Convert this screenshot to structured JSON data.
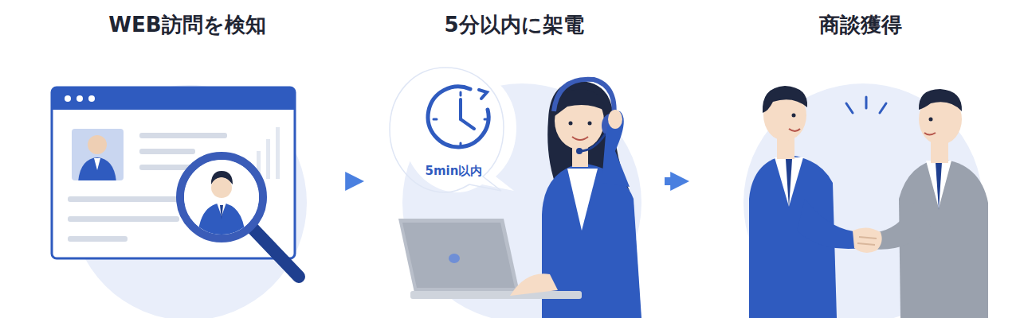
{
  "diagram": {
    "nodes": [
      {
        "text": [
          "WEB訪問を検知"
        ]
      },
      {
        "text": [
          "5分以内に架電"
        ]
      },
      {
        "text": [
          "5min以内"
        ],
        "in": 1
      },
      {
        "text": [
          "商談獲得"
        ]
      }
    ],
    "edges": [
      {
        "from": 0,
        "to": 1,
        "arrow": "to"
      },
      {
        "from": 1,
        "to": 3,
        "arrow": "to"
      }
    ]
  }
}
